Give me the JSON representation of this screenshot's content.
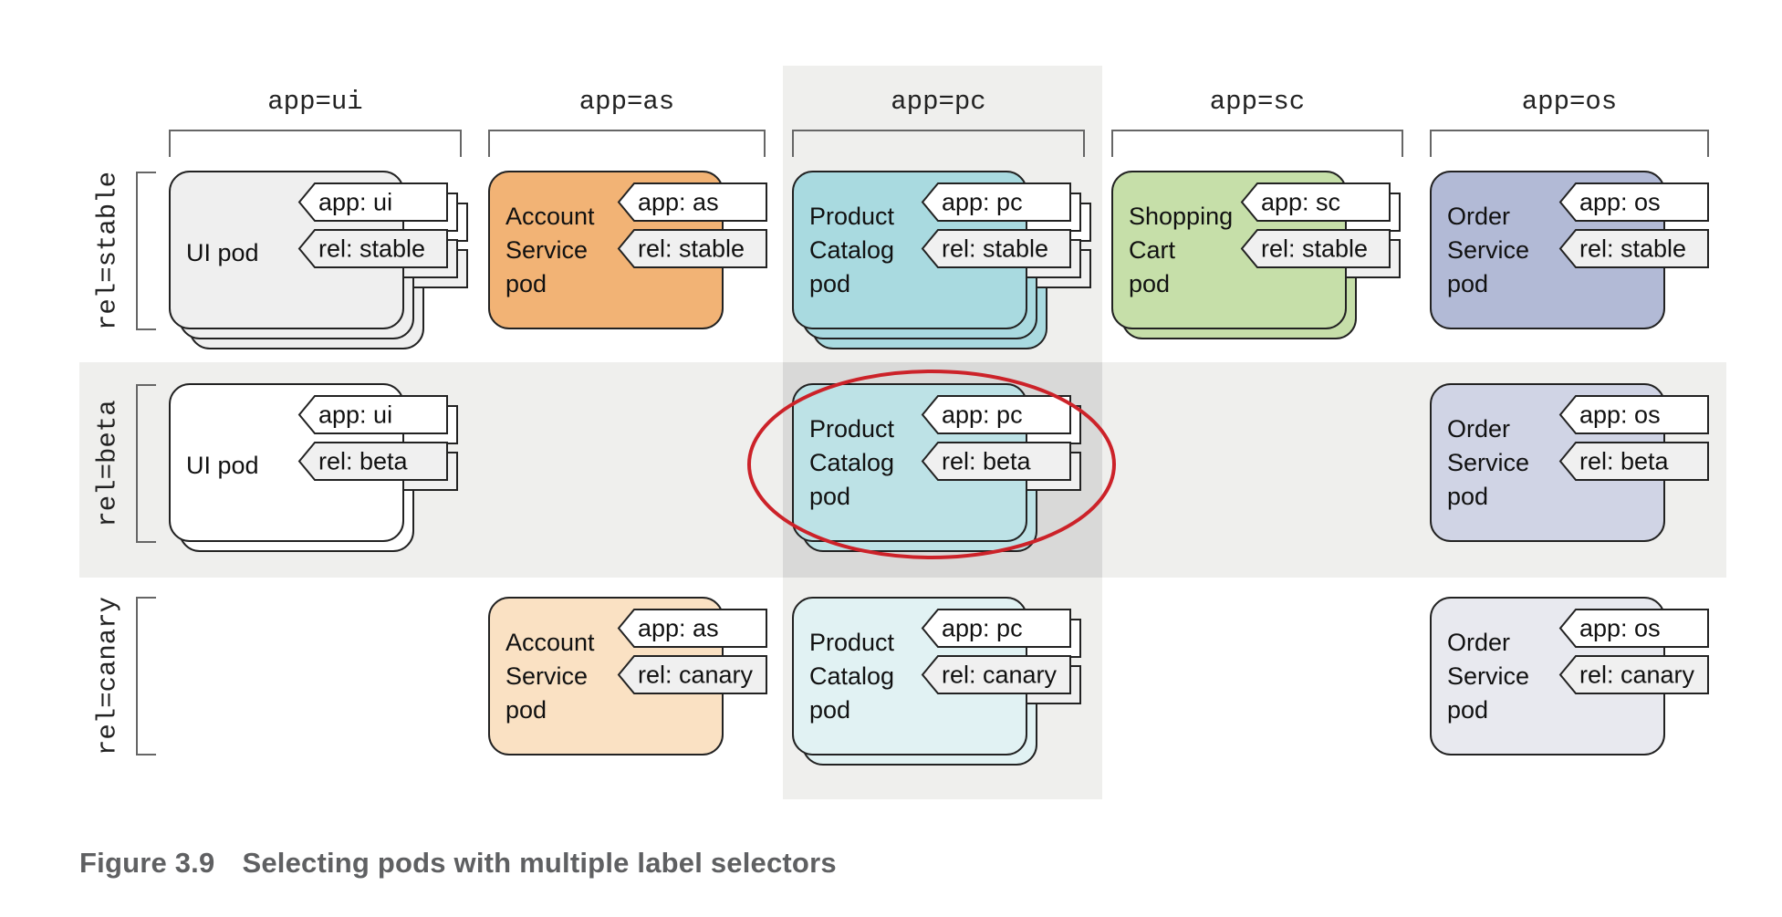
{
  "columns": [
    {
      "key": "ui",
      "label": "app=ui"
    },
    {
      "key": "as",
      "label": "app=as"
    },
    {
      "key": "pc",
      "label": "app=pc"
    },
    {
      "key": "sc",
      "label": "app=sc"
    },
    {
      "key": "os",
      "label": "app=os"
    }
  ],
  "rows": [
    {
      "key": "stable",
      "label": "rel=stable"
    },
    {
      "key": "beta",
      "label": "rel=beta"
    },
    {
      "key": "canary",
      "label": "rel=canary"
    }
  ],
  "highlight": {
    "column": "pc",
    "row": "beta",
    "ellipse_color": "#cc2229"
  },
  "band_color": "#efefed",
  "pods": [
    {
      "col": "ui",
      "row": "stable",
      "title": [
        "UI pod"
      ],
      "app_label": "app: ui",
      "rel_label": "rel: stable",
      "replicas": 3,
      "fill": "#efefef"
    },
    {
      "col": "as",
      "row": "stable",
      "title": [
        "Account",
        "Service",
        "pod"
      ],
      "app_label": "app: as",
      "rel_label": "rel: stable",
      "replicas": 1,
      "fill": "#f2b375"
    },
    {
      "col": "pc",
      "row": "stable",
      "title": [
        "Product",
        "Catalog",
        "pod"
      ],
      "app_label": "app: pc",
      "rel_label": "rel: stable",
      "replicas": 3,
      "fill": "#a9dae0"
    },
    {
      "col": "sc",
      "row": "stable",
      "title": [
        "Shopping",
        "Cart",
        "pod"
      ],
      "app_label": "app: sc",
      "rel_label": "rel: stable",
      "replicas": 2,
      "fill": "#c6dfa9"
    },
    {
      "col": "os",
      "row": "stable",
      "title": [
        "Order",
        "Service",
        "pod"
      ],
      "app_label": "app: os",
      "rel_label": "rel: stable",
      "replicas": 1,
      "fill": "#b2bad6"
    },
    {
      "col": "ui",
      "row": "beta",
      "title": [
        "UI pod"
      ],
      "app_label": "app: ui",
      "rel_label": "rel: beta",
      "replicas": 2,
      "fill": "#ffffff"
    },
    {
      "col": "pc",
      "row": "beta",
      "title": [
        "Product",
        "Catalog",
        "pod"
      ],
      "app_label": "app: pc",
      "rel_label": "rel: beta",
      "replicas": 2,
      "fill": "#bde2e6"
    },
    {
      "col": "os",
      "row": "beta",
      "title": [
        "Order",
        "Service",
        "pod"
      ],
      "app_label": "app: os",
      "rel_label": "rel: beta",
      "replicas": 1,
      "fill": "#d0d4e5"
    },
    {
      "col": "as",
      "row": "canary",
      "title": [
        "Account",
        "Service",
        "pod"
      ],
      "app_label": "app: as",
      "rel_label": "rel: canary",
      "replicas": 1,
      "fill": "#fae1c3"
    },
    {
      "col": "pc",
      "row": "canary",
      "title": [
        "Product",
        "Catalog",
        "pod"
      ],
      "app_label": "app: pc",
      "rel_label": "rel: canary",
      "replicas": 2,
      "fill": "#e1f2f3"
    },
    {
      "col": "os",
      "row": "canary",
      "title": [
        "Order",
        "Service",
        "pod"
      ],
      "app_label": "app: os",
      "rel_label": "rel: canary",
      "replicas": 1,
      "fill": "#e8e9ef"
    }
  ],
  "caption": {
    "number": "Figure 3.9",
    "text": "Selecting pods with multiple label selectors"
  }
}
